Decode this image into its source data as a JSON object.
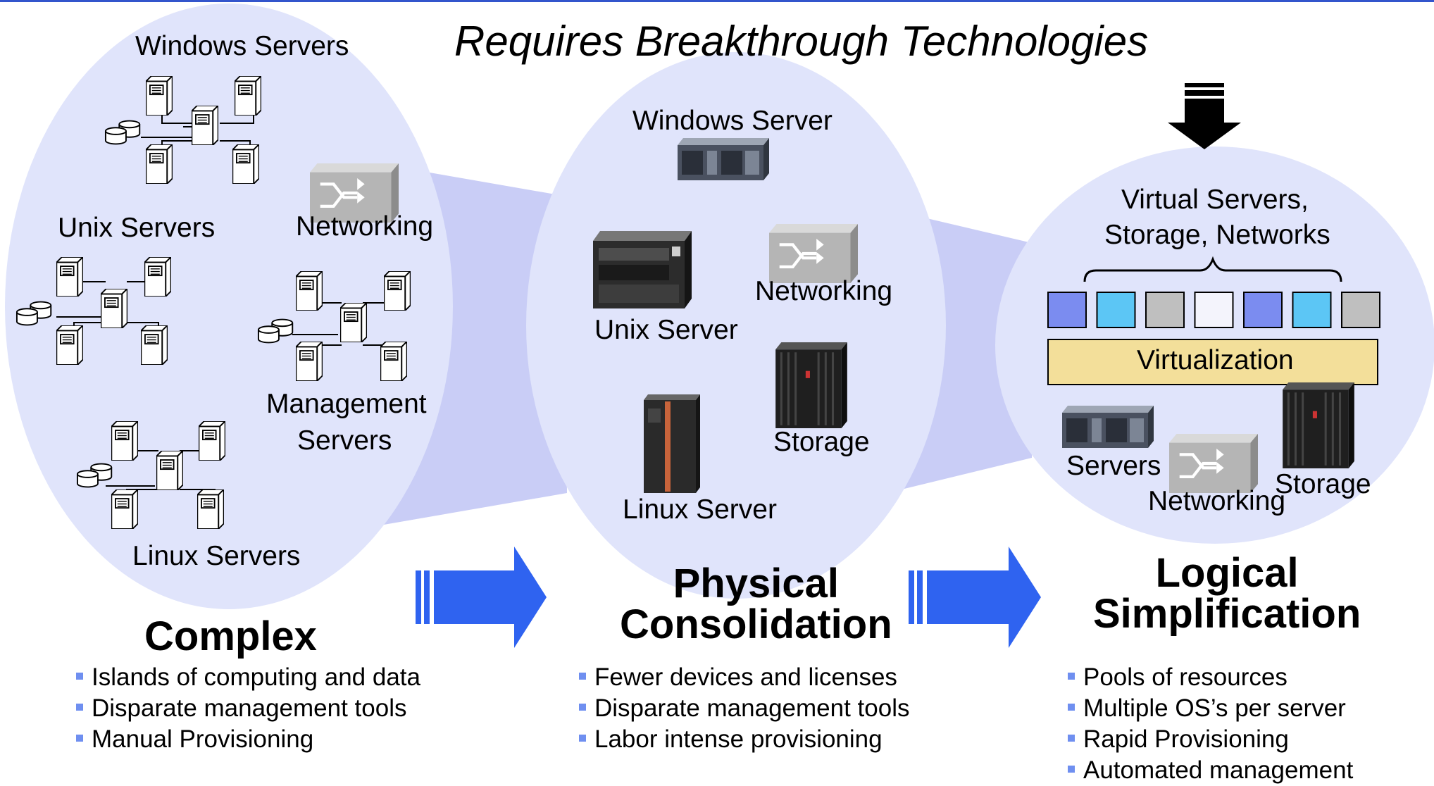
{
  "subtitle": "Requires Breakthrough Technologies",
  "colors": {
    "ellipse_fill": "#e0e4fb",
    "funnel_fill": "#c9cdf6",
    "arrow_blue": "#2f63f0",
    "bullet": "#6f8ff0",
    "virtualization_fill": "#f3df9a",
    "top_title": "#3355cc"
  },
  "complex": {
    "labels": {
      "windows_servers": "Windows Servers",
      "unix_servers": "Unix Servers",
      "networking": "Networking",
      "management_line1": "Management",
      "management_line2": "Servers",
      "linux_servers": "Linux Servers"
    },
    "heading": "Complex",
    "bullets": [
      "Islands of computing and data",
      "Disparate management tools",
      "Manual Provisioning"
    ]
  },
  "physical": {
    "labels": {
      "windows_server": "Windows Server",
      "unix_server": "Unix Server",
      "networking": "Networking",
      "storage": "Storage",
      "linux_server": "Linux Server"
    },
    "heading_line1": "Physical",
    "heading_line2": "Consolidation",
    "bullets": [
      "Fewer devices and licenses",
      "Disparate management tools",
      "Labor intense provisioning"
    ]
  },
  "logical": {
    "labels": {
      "virtual_line1": "Virtual Servers,",
      "virtual_line2": "Storage, Networks",
      "virtualization": "Virtualization",
      "servers": "Servers",
      "networking": "Networking",
      "storage": "Storage"
    },
    "heading_line1": "Logical",
    "heading_line2": "Simplification",
    "bullets": [
      "Pools of resources",
      "Multiple OS’s per server",
      "Rapid Provisioning",
      "Automated management"
    ],
    "virtual_boxes": [
      "#7b8cf0",
      "#5cc6f5",
      "#bfbfbf",
      "#f4f4fc",
      "#7b8cf0",
      "#5cc6f5",
      "#bfbfbf"
    ]
  }
}
